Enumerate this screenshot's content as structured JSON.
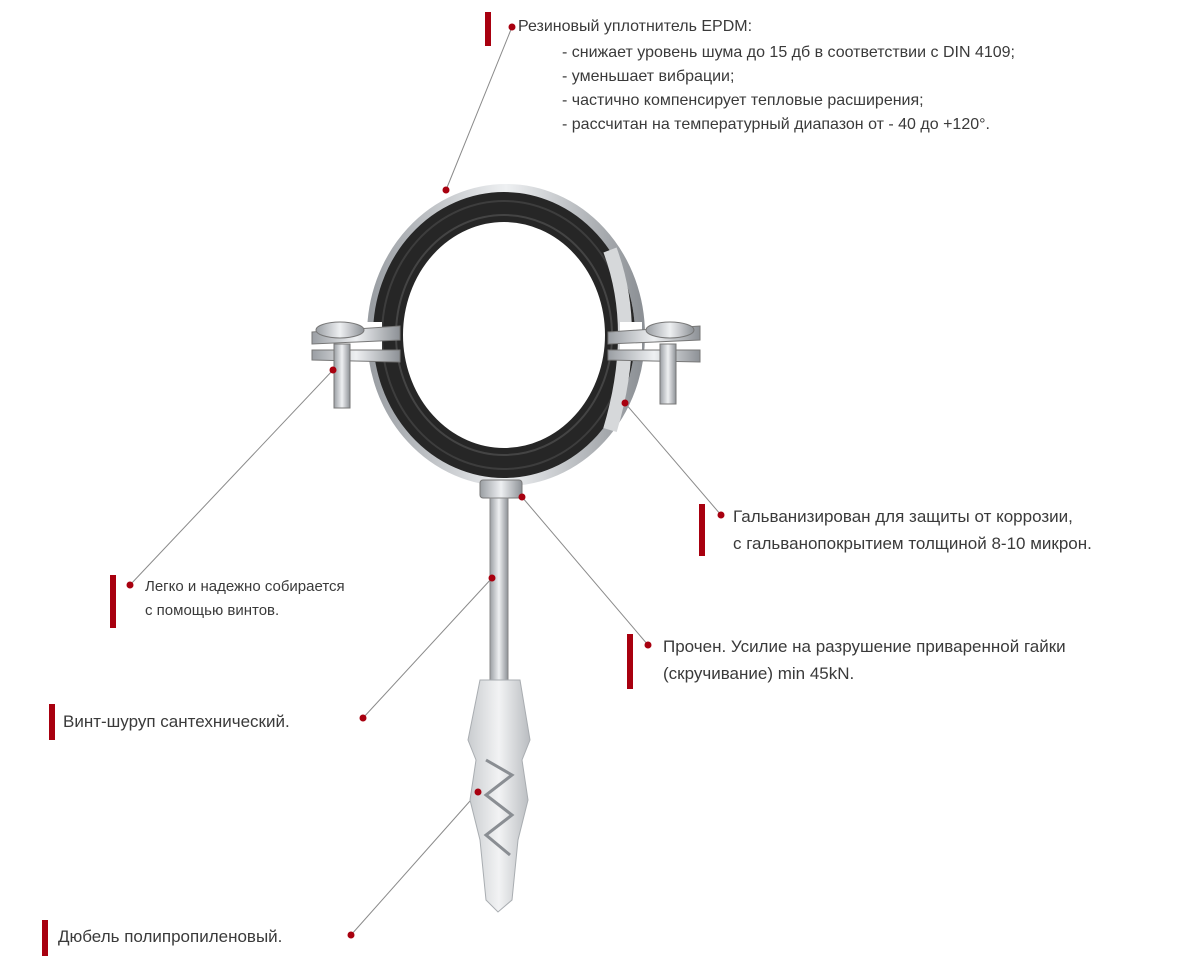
{
  "colors": {
    "accent": "#a8000f",
    "text": "#3a3a3a",
    "leader": "#888888"
  },
  "callouts": {
    "rubber": {
      "title": "Резиновый  уплотнитель EPDM:",
      "points": [
        "- снижает уровень шума до 15 дб в соответствии с DIN 4109;",
        "- уменьшает вибрации;",
        "- частично компенсирует тепловые расширения;",
        "- рассчитан на температурный диапазон от - 40 до +120°."
      ]
    },
    "galvanized": {
      "lines": [
        "Гальванизирован для защиты от коррозии,",
        "с гальванопокрытием толщиной 8-10 микрон."
      ]
    },
    "assembly": {
      "lines": [
        "Легко и надежно собирается",
        "с помощью винтов."
      ]
    },
    "strength": {
      "lines": [
        "Прочен. Усилие на разрушение приваренной гайки",
        "(скручивание) min 45kN."
      ]
    },
    "screw": {
      "text": "Винт-шуруп сантехнический."
    },
    "dowel": {
      "text": "Дюбель полипропиленовый."
    }
  }
}
